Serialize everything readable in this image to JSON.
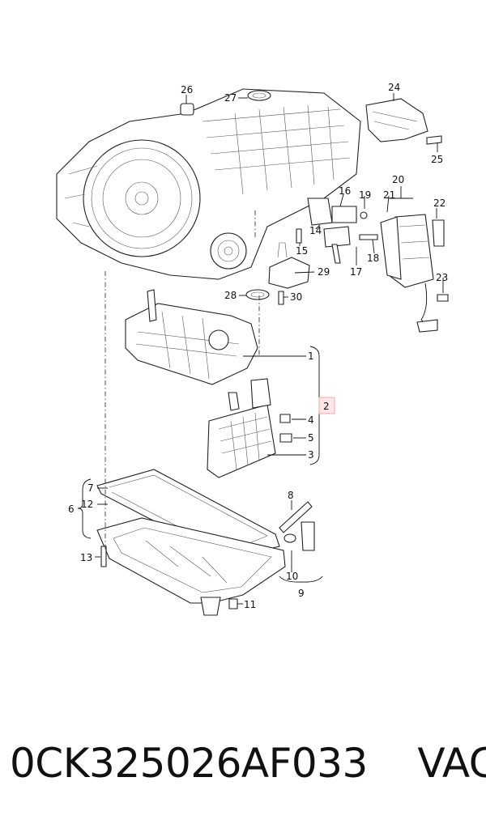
{
  "callouts": {
    "c1": "1",
    "c2": "2",
    "c3": "3",
    "c4": "4",
    "c5": "5",
    "c6": "6",
    "c7": "7",
    "c8": "8",
    "c9": "9",
    "c10": "10",
    "c11": "11",
    "c12": "12",
    "c13": "13",
    "c14": "14",
    "c15": "15",
    "c16": "16",
    "c17": "17",
    "c18": "18",
    "c19": "19",
    "c20": "20",
    "c21": "21",
    "c22": "22",
    "c23": "23",
    "c24": "24",
    "c25": "25",
    "c26": "26",
    "c27": "27",
    "c28": "28",
    "c29": "29",
    "c30": "30"
  },
  "highlight_color": "#f4a7ad",
  "footer": {
    "part_number": "0CK325026AF033",
    "brand": "VAG"
  }
}
